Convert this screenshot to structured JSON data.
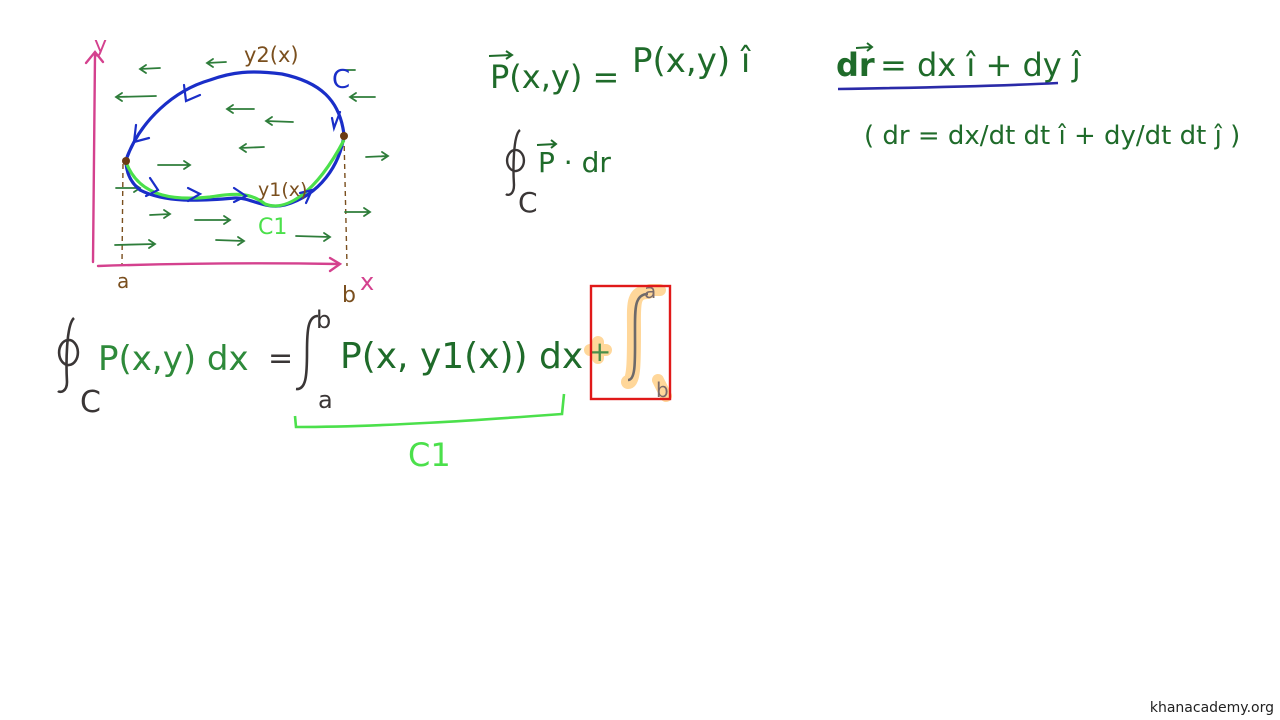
{
  "colors": {
    "background": "#ffffff",
    "axis": "#d4418e",
    "curve_blue": "#1a2ec8",
    "curve_green": "#4be04b",
    "dark_green": "#1f6b2a",
    "arrow_green": "#2e7d3a",
    "brown": "#7a4f1e",
    "graphite": "#3a3636",
    "highlight": "#ffd79a",
    "red_box": "#e01919",
    "underline_blue": "#2a2aa8"
  },
  "graph": {
    "y_axis": "y",
    "x_axis": "x",
    "tick_a": "a",
    "tick_b": "b",
    "upper_curve": "y2(x)",
    "lower_curve": "y1(x)",
    "curve_name": "C",
    "segment_name": "C1"
  },
  "equations": {
    "field_lhs": "P(x,y) =",
    "field_rhs": "P(x,y) î",
    "line_integral_body": "P · dr",
    "line_integral_sub": "C",
    "dr_lhs": "dr",
    "dr_rhs": "= dx î + dy ĵ",
    "dr_param": "( dr = dx/dt dt î + dy/dt dt ĵ )",
    "main_lhs": "P(x,y) dx",
    "main_lhs_sub": "C",
    "equals": "=",
    "int1_upper": "b",
    "int1_lower": "a",
    "int1_body": "P(x, y1(x)) dx",
    "plus": "+",
    "int2_upper": "a",
    "int2_lower": "b",
    "brace_label": "C1"
  },
  "footer": {
    "watermark": "khanacademy.org"
  }
}
